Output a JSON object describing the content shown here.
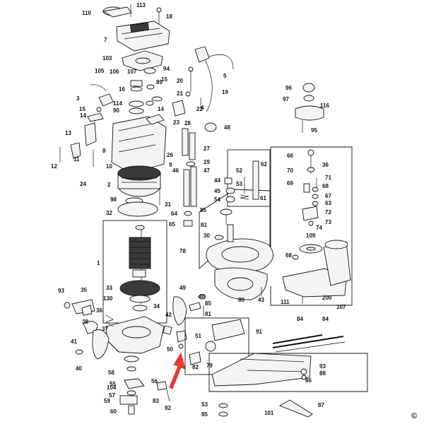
{
  "copyright_mark": "©",
  "arrow_color": "#e53935",
  "labels": {
    "l113": "113",
    "l110": "110",
    "l18": "18",
    "l7": "7",
    "l103": "103",
    "l105": "105",
    "l106": "106",
    "l107t": "107",
    "l94": "94",
    "l89": "89",
    "l16": "16",
    "l3": "3",
    "l15a": "15",
    "l114": "114",
    "l90": "90",
    "l14a": "14",
    "l15b": "15",
    "l14b": "14",
    "l13": "13",
    "l12": "12",
    "l11": "11",
    "l8": "8",
    "l10": "10",
    "l9": "9",
    "l24": "24",
    "l2": "2",
    "l98": "98",
    "l31": "31",
    "l32": "32",
    "l1": "1",
    "l33": "33",
    "l130": "130",
    "l34": "34",
    "l93a": "93",
    "l35": "35",
    "l36a": "36",
    "l37": "37",
    "l38": "38",
    "l41": "41",
    "l40a": "40",
    "l58": "58",
    "l55": "55",
    "l104": "104",
    "l57": "57",
    "l56": "56",
    "l59": "59",
    "l60": "60",
    "l83": "83",
    "l92": "92",
    "l20": "20",
    "l21": "21",
    "l22": "22",
    "l23": "23",
    "l19": "19",
    "l5": "5",
    "l4": "4",
    "l48": "48",
    "l28": "28",
    "l26": "26",
    "l27": "27",
    "l29": "29",
    "l46": "46",
    "l47": "47",
    "l64": "64",
    "l65": "65",
    "l49": "49",
    "l40b": "40",
    "l85a": "85",
    "l81a": "81",
    "l42": "42",
    "l50": "50",
    "l51": "51",
    "l78": "78",
    "l30": "30",
    "l85b": "85",
    "l81b": "81",
    "l80": "80",
    "l43": "43",
    "l44": "44",
    "l45": "45",
    "l54": "54",
    "l52": "52",
    "l53a": "53",
    "l61": "61",
    "l62": "62",
    "l96": "96",
    "l97": "97",
    "l116": "116",
    "l95": "95",
    "l66": "66",
    "l70": "70",
    "l36b": "36",
    "l71": "71",
    "l69": "69",
    "l68a": "68",
    "l67": "67",
    "l63": "63",
    "l72": "72",
    "l73": "73",
    "l74": "74",
    "l109": "109",
    "l68b": "68",
    "l200": "200",
    "l107b": "107",
    "l111": "111",
    "l91": "91",
    "l79": "79",
    "l82": "82",
    "l84a": "84",
    "l84b": "84",
    "l93b": "93",
    "l88": "88",
    "l86": "86",
    "l87": "87",
    "l53b": "53",
    "l85c": "85",
    "l101": "101"
  }
}
